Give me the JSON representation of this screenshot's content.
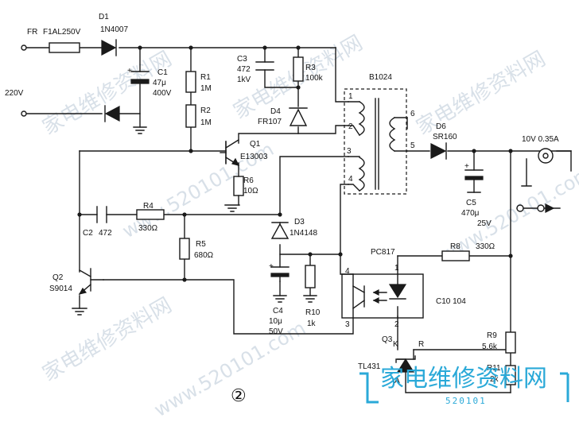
{
  "labels": {
    "fr": "FR",
    "fuse": "F1AL250V",
    "d1_ref": "D1",
    "d1_val": "1N4007",
    "mains": "220V",
    "c1_ref": "C1",
    "c1_val1": "47μ",
    "c1_val2": "400V",
    "r1_ref": "R1",
    "r1_val": "1M",
    "r2_ref": "R2",
    "r2_val": "1M",
    "c3_ref": "C3",
    "c3_val1": "472",
    "c3_val2": "1kV",
    "r3_ref": "R3",
    "r3_val": "100k",
    "d4_ref": "D4",
    "d4_val": "FR107",
    "t_ref": "B1024",
    "q1_ref": "Q1",
    "q1_val": "E13003",
    "r6_ref": "R6",
    "r6_val": "10Ω",
    "d6_ref": "D6",
    "d6_val": "SR160",
    "out": "10V 0.35A",
    "c5_ref": "C5",
    "c5_val1": "470μ",
    "c5_val2": "25V",
    "c2_ref": "C2",
    "c2_val": "472",
    "r4_ref": "R4",
    "r4_val": "330Ω",
    "d3_ref": "D3",
    "d3_val": "1N4148",
    "r5_ref": "R5",
    "r5_val": "680Ω",
    "q2_ref": "Q2",
    "q2_val": "S9014",
    "pc_ref": "PC817",
    "r8_ref": "R8",
    "r8_val": "330Ω",
    "c10": "C10 104",
    "c4_ref": "C4",
    "c4_val1": "10μ",
    "c4_val2": "50V",
    "r10_ref": "R10",
    "r10_val": "1k",
    "r9_ref": "R9",
    "r9_val": "5.6k",
    "r11_ref": "R11",
    "r11_val": "2k",
    "q3_ref": "Q3",
    "q3_val": "TL431",
    "q3_k": "K",
    "q3_r": "R",
    "q3_a": "A",
    "figure_no": "②"
  },
  "pins": {
    "t1": "1",
    "t2": "2",
    "t3": "3",
    "t4": "4",
    "t5": "5",
    "t6": "6",
    "pc1": "1",
    "pc2": "2",
    "pc3": "3",
    "pc4": "4"
  },
  "watermarks": {
    "site": "www.520101.com",
    "cn": "家电维修资料网"
  },
  "logo": {
    "text": "家电维修资料网",
    "url": "520101"
  }
}
